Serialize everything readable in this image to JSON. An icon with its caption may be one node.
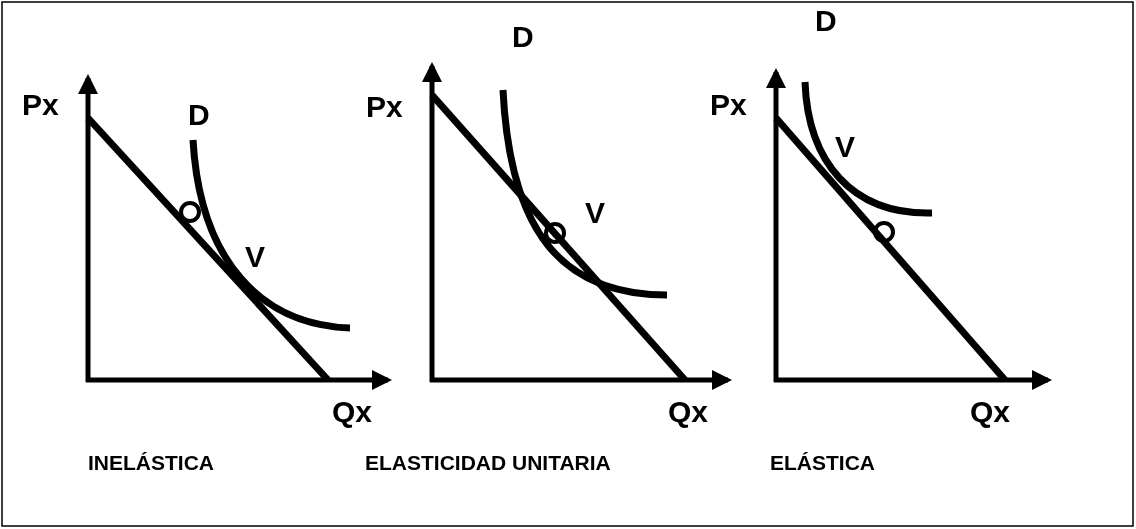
{
  "diagram": {
    "labels": [
      "Px",
      "D",
      "V",
      "Qx",
      "D",
      "Px",
      "V",
      "Qx",
      "D",
      "Px",
      "V",
      "Qx",
      "INELÁSTICA",
      "ELASTICIDAD UNITARIA",
      "ELÁSTICA"
    ]
  }
}
